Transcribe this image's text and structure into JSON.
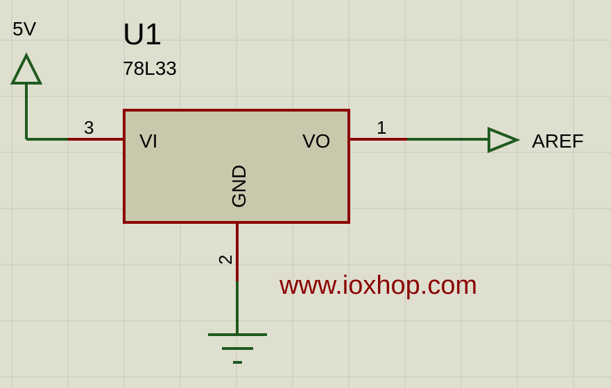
{
  "component": {
    "ref": "U1",
    "value": "78L33",
    "pin_labels": {
      "in": "VI",
      "out": "VO",
      "gnd": "GND"
    },
    "pin_numbers": {
      "in": "3",
      "out": "1",
      "gnd": "2"
    }
  },
  "power": {
    "label": "5V"
  },
  "output_terminal": {
    "label": "AREF"
  },
  "watermark": {
    "text": "www.ioxhop.com"
  },
  "colors": {
    "background": "#dfdfd0",
    "grid": "#c8c8bc",
    "wire": "#1f5a1f",
    "pin": "#8b0000",
    "body_fill": "#c8c8ad",
    "body_stroke": "#8b0000",
    "text": "#000000",
    "watermark": "#8b0000"
  }
}
